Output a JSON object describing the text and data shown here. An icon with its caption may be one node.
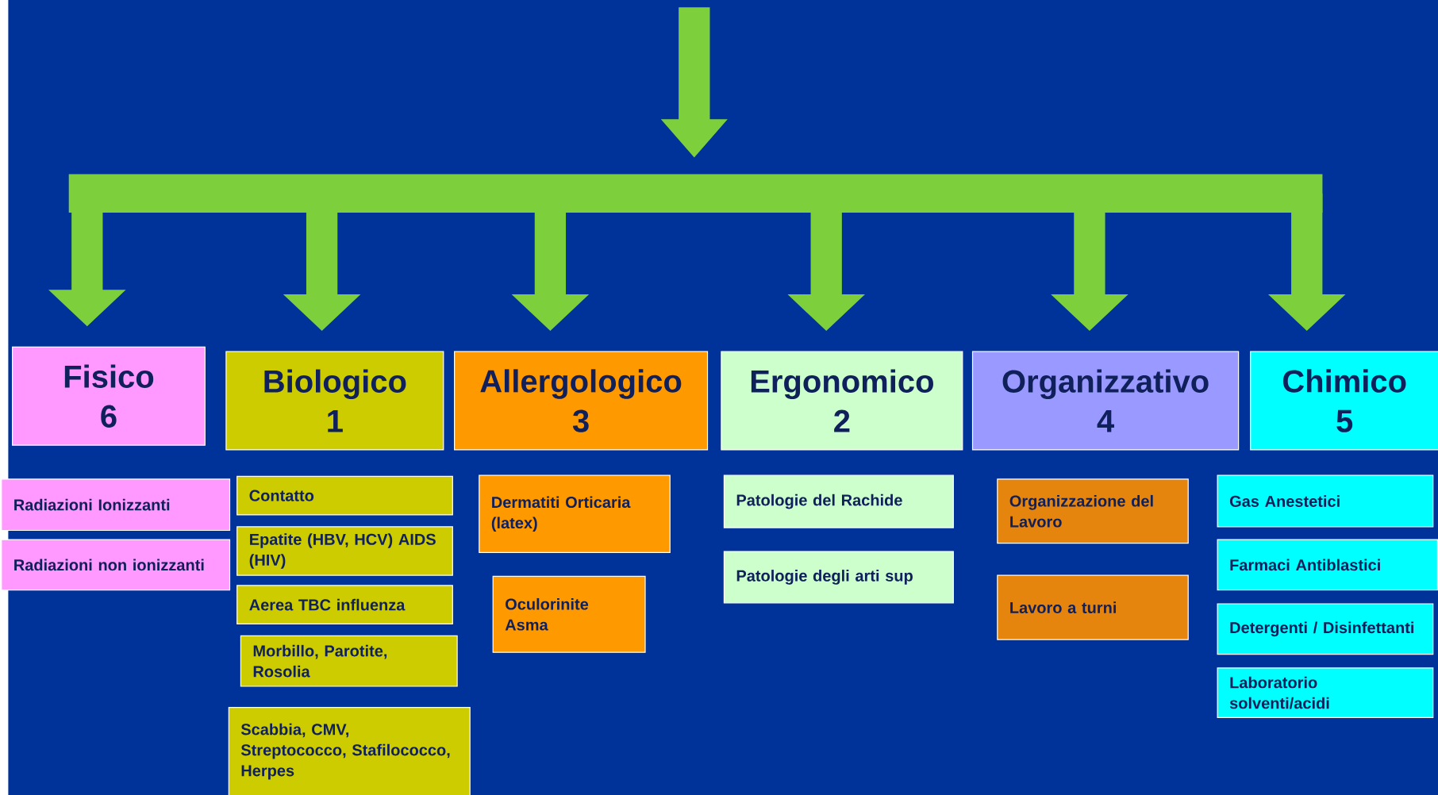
{
  "diagram": {
    "nodes": [
      {
        "text": [
          "Fisico",
          "6"
        ]
      },
      {
        "text": [
          "Biologico",
          "1"
        ]
      },
      {
        "text": [
          "Allergologico",
          "3"
        ]
      },
      {
        "text": [
          "Ergonomico",
          "2"
        ]
      },
      {
        "text": [
          "Organizzativo",
          "4"
        ]
      },
      {
        "text": [
          "Chimico",
          "5"
        ]
      },
      {
        "text": [
          "Radiazioni Ionizzanti"
        ]
      },
      {
        "text": [
          "Radiazioni non ionizzanti"
        ]
      },
      {
        "text": [
          "Contatto"
        ]
      },
      {
        "text": [
          "Epatite (HBV, HCV) AIDS (HIV)"
        ]
      },
      {
        "text": [
          "Aerea TBC influenza"
        ]
      },
      {
        "text": [
          "Morbillo, Parotite, Rosolia"
        ]
      },
      {
        "text": [
          "Scabbia, CMV, Streptococco, Stafilococco, Herpes"
        ]
      },
      {
        "text": [
          "Dermatiti Orticaria (latex)"
        ]
      },
      {
        "text": [
          "Oculorinite Asma"
        ]
      },
      {
        "text": [
          "Patologie del Rachide"
        ]
      },
      {
        "text": [
          "Patologie degli arti sup"
        ]
      },
      {
        "text": [
          "Organizzazione del Lavoro"
        ]
      },
      {
        "text": [
          "Lavoro a turni"
        ]
      },
      {
        "text": [
          "Gas Anestetici"
        ]
      },
      {
        "text": [
          "Farmaci Antiblastici"
        ]
      },
      {
        "text": [
          "Detergenti / Disinfettanti"
        ]
      },
      {
        "text": [
          "Laboratorio solventi/acidi"
        ]
      }
    ],
    "edges": [
      {
        "from": null,
        "to": 0,
        "arrow": "to"
      },
      {
        "from": null,
        "to": 1,
        "arrow": "to"
      },
      {
        "from": null,
        "to": 2,
        "arrow": "to"
      },
      {
        "from": null,
        "to": 3,
        "arrow": "to"
      },
      {
        "from": null,
        "to": 4,
        "arrow": "to"
      },
      {
        "from": null,
        "to": 5,
        "arrow": "to"
      }
    ]
  }
}
